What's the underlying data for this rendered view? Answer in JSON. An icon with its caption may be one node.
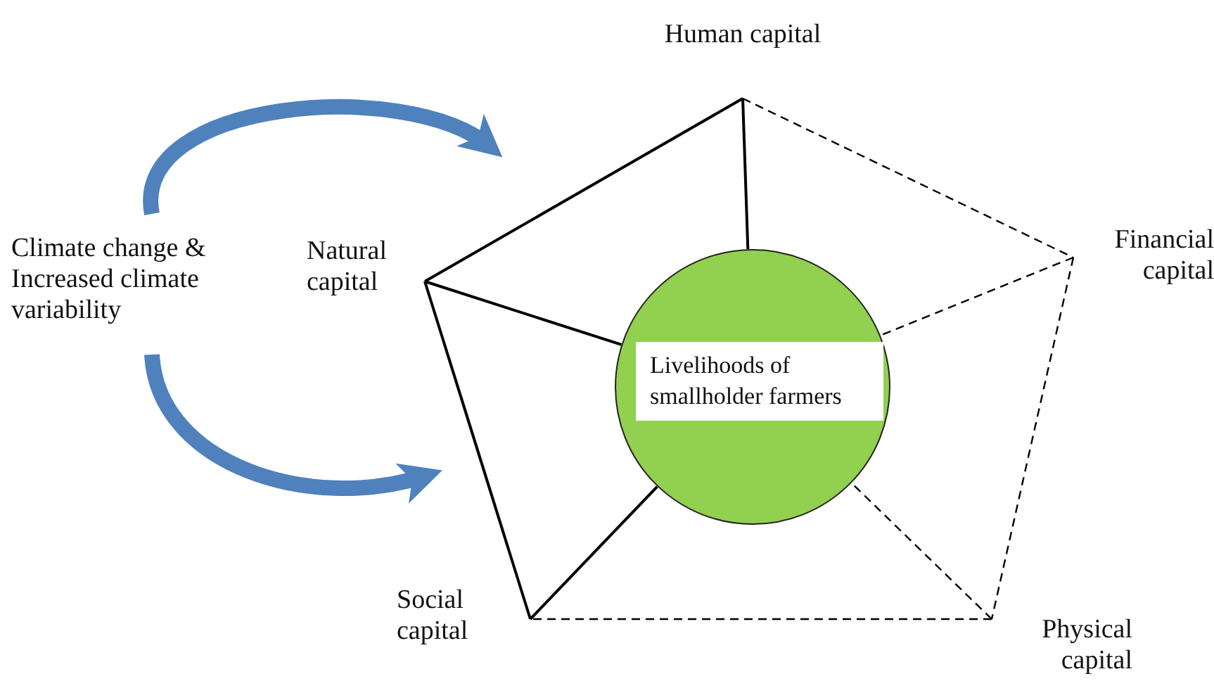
{
  "diagram": {
    "nodes": [
      {
        "text": [
          "Climate change & Increased climate variability"
        ]
      },
      {
        "text": [
          "Natural capital"
        ]
      },
      {
        "text": [
          "Human capital"
        ]
      },
      {
        "text": [
          "Financial capital"
        ]
      },
      {
        "text": [
          "Physical capital"
        ]
      },
      {
        "text": [
          "Social capital"
        ]
      },
      {
        "text": [
          "Livelihoods of smallholder farmers"
        ]
      }
    ],
    "edges": [
      {
        "from": 1,
        "to": 2,
        "arrow": "none"
      },
      {
        "from": 2,
        "to": 3,
        "arrow": "none",
        "style": "dashed"
      },
      {
        "from": 3,
        "to": 4,
        "arrow": "none",
        "style": "dashed"
      },
      {
        "from": 4,
        "to": 5,
        "arrow": "none",
        "style": "dashed"
      },
      {
        "from": 5,
        "to": 1,
        "arrow": "none"
      },
      {
        "from": 2,
        "to": 6,
        "arrow": "none"
      },
      {
        "from": 1,
        "to": 6,
        "arrow": "none"
      },
      {
        "from": 3,
        "to": 6,
        "arrow": "none",
        "style": "dashed"
      },
      {
        "from": 4,
        "to": 6,
        "arrow": "none",
        "style": "dashed"
      },
      {
        "from": 5,
        "to": 6,
        "arrow": "none"
      },
      {
        "from": 0,
        "to": null,
        "arrow": "to",
        "style": "thick",
        "color": "#4f81bd"
      },
      {
        "from": 0,
        "to": null,
        "arrow": "to",
        "style": "thick",
        "color": "#4f81bd"
      }
    ]
  }
}
